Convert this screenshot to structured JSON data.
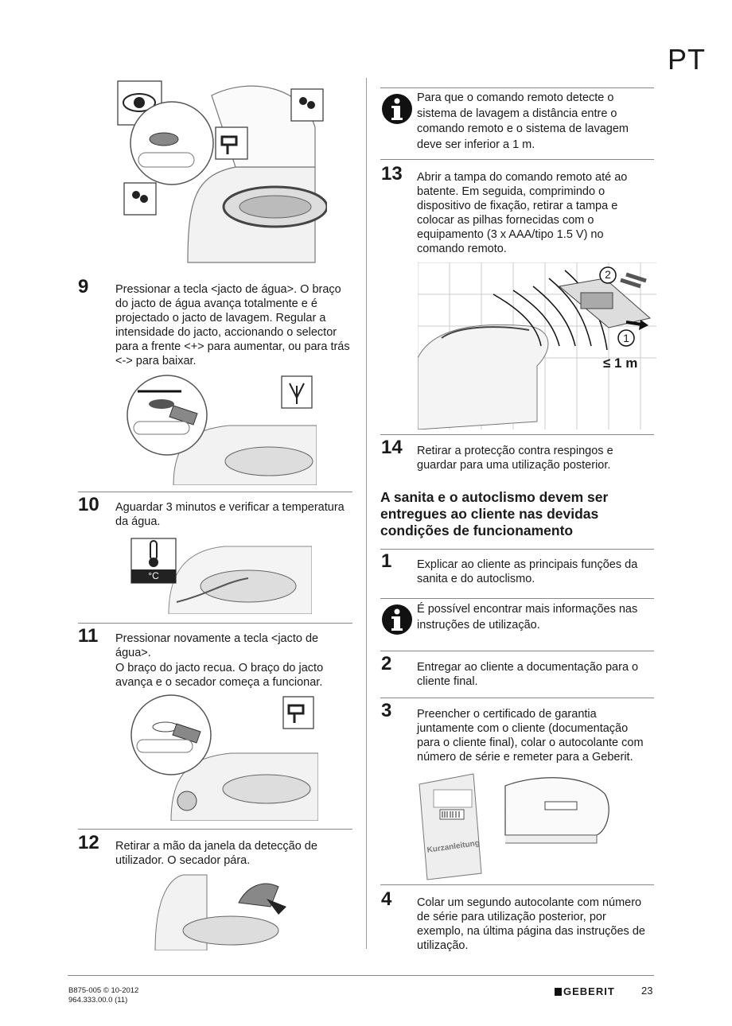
{
  "page": {
    "language_tag": "PT"
  },
  "left_column": {
    "step9": {
      "number": "9",
      "text": "Pressionar a tecla <jacto de água>. O braço do jacto de água avança totalmente e é projectado o jacto de lavagem. Regular a intensidade do jacto, accionando o selector para a frente <+> para aumentar, ou para trás <-> para baixar."
    },
    "step10": {
      "number": "10",
      "text": "Aguardar 3 minutos e verificar a temperatura da água.",
      "temp_label": "°C"
    },
    "step11": {
      "number": "11",
      "text_line1": "Pressionar novamente a tecla <jacto de água>.",
      "text_line2": "O braço do jacto recua. O braço do jacto avança e o secador começa a funcionar."
    },
    "step12": {
      "number": "12",
      "text": "Retirar a mão da janela da detecção de utilizador. O secador pára."
    }
  },
  "right_column": {
    "info1": {
      "text": "Para que o comando remoto detecte o sistema de lavagem a distância entre o comando remoto e o sistema de lavagem deve ser inferior a 1 m."
    },
    "step13": {
      "number": "13",
      "text": "Abrir a tampa do comando remoto até ao batente. Em seguida, comprimindo o dispositivo de fixação, retirar a tampa e colocar as pilhas fornecidas com o equipamento (3 x AAA/tipo 1.5 V) no comando remoto.",
      "label_2": "2",
      "label_1": "1",
      "distance_label": "≤ 1 m"
    },
    "step14": {
      "number": "14",
      "text": "Retirar a protecção contra respingos e guardar para uma utilização posterior."
    },
    "section_heading": "A sanita e o autoclismo devem ser entregues ao cliente nas devidas condições de funcionamento",
    "step1": {
      "number": "1",
      "text": "Explicar ao cliente as principais funções da sanita e do autoclismo."
    },
    "info2": {
      "text": "É possível encontrar mais informações nas instruções de utilização."
    },
    "step2": {
      "number": "2",
      "text": "Entregar ao cliente a documentação para o cliente final."
    },
    "step3": {
      "number": "3",
      "text": "Preencher o certificado de garantia juntamente com o cliente (documentação para o cliente final), colar o autocolante com número de série e remeter para a Geberit.",
      "booklet_label": "Kurzanleitung"
    },
    "step4": {
      "number": "4",
      "text": "Colar um segundo autocolante com número de série para utilização posterior, por exemplo, na última página das instruções de utilização."
    }
  },
  "footer": {
    "doc_code": "B875-005 © 10-2012",
    "doc_number": "964.333.00.0 (11)",
    "brand": "GEBERIT",
    "page_number": "23"
  }
}
